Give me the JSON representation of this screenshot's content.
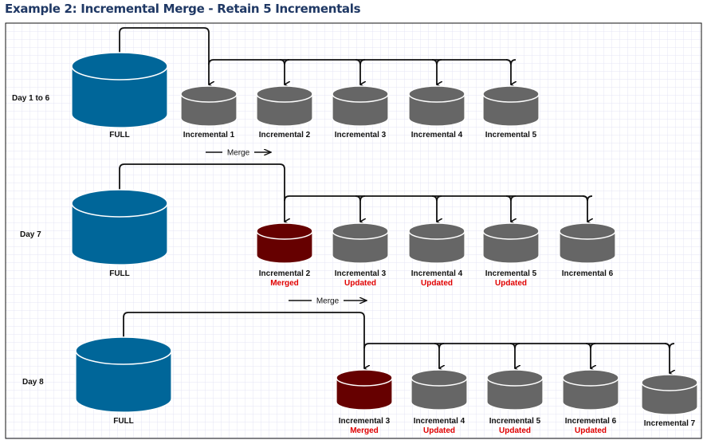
{
  "title": "Example 2:  Incremental Merge - Retain 5 Incrementals",
  "colors": {
    "full": "#006699",
    "incremental": "#666666",
    "merged": "#660000",
    "status": "#e00000",
    "grid": "#e4e4f4"
  },
  "merge_label": "Merge",
  "rows": [
    {
      "day": "Day 1 to 6",
      "full_label": "FULL",
      "items": [
        {
          "label": "Incremental 1",
          "status": "",
          "type": "incremental"
        },
        {
          "label": "Incremental 2",
          "status": "",
          "type": "incremental"
        },
        {
          "label": "Incremental 3",
          "status": "",
          "type": "incremental"
        },
        {
          "label": "Incremental 4",
          "status": "",
          "type": "incremental"
        },
        {
          "label": "Incremental 5",
          "status": "",
          "type": "incremental"
        }
      ]
    },
    {
      "day": "Day 7",
      "full_label": "FULL",
      "items": [
        {
          "label": "Incremental 2",
          "status": "Merged",
          "type": "merged"
        },
        {
          "label": "Incremental 3",
          "status": "Updated",
          "type": "incremental"
        },
        {
          "label": "Incremental 4",
          "status": "Updated",
          "type": "incremental"
        },
        {
          "label": "Incremental 5",
          "status": "Updated",
          "type": "incremental"
        },
        {
          "label": "Incremental 6",
          "status": "",
          "type": "incremental"
        }
      ]
    },
    {
      "day": "Day 8",
      "full_label": "FULL",
      "items": [
        {
          "label": "Incremental 3",
          "status": "Merged",
          "type": "merged"
        },
        {
          "label": "Incremental 4",
          "status": "Updated",
          "type": "incremental"
        },
        {
          "label": "Incremental 5",
          "status": "Updated",
          "type": "incremental"
        },
        {
          "label": "Incremental 6",
          "status": "Updated",
          "type": "incremental"
        },
        {
          "label": "Incremental 7",
          "status": "",
          "type": "incremental"
        }
      ]
    }
  ]
}
